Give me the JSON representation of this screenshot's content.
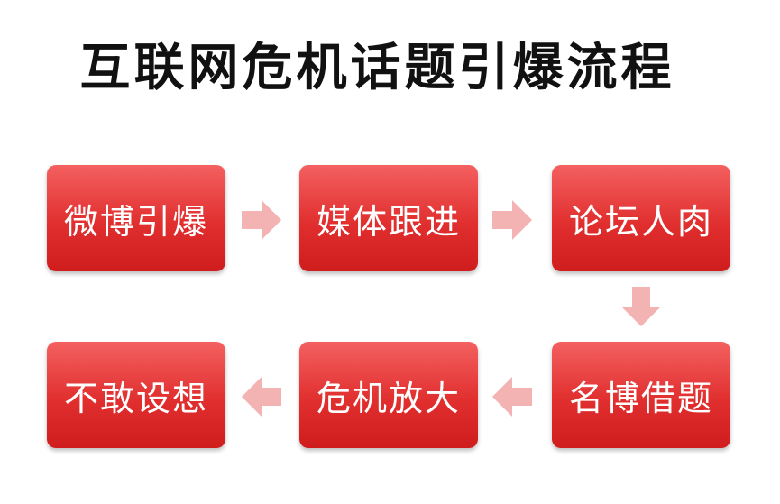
{
  "title": "互联网危机话题引爆流程",
  "steps": [
    "微博引爆",
    "媒体跟进",
    "论坛人肉",
    "名博借题",
    "危机放大",
    "不敢设想"
  ],
  "colors": {
    "box": "#e12f2f",
    "arrow": "#f3b3b3",
    "text": "#ffffff"
  }
}
